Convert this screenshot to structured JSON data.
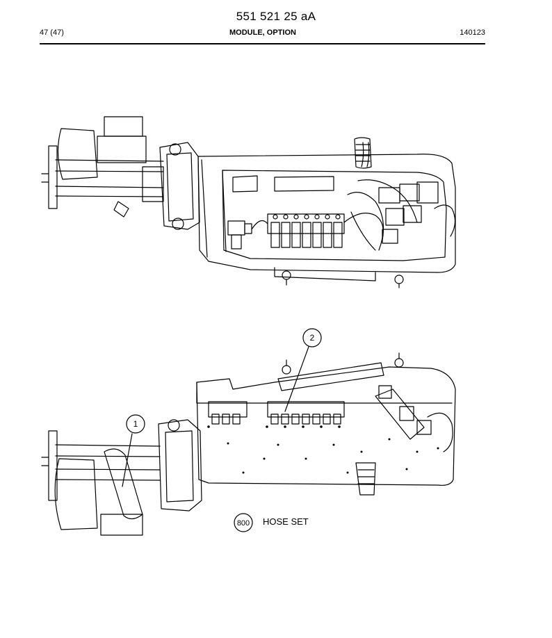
{
  "header": {
    "doc_number": "551 521 25 aA",
    "page_count": "47 (47)",
    "section_title": "MODULE, OPTION",
    "date_code": "140123"
  },
  "callouts": [
    {
      "label": "1"
    },
    {
      "label": "2"
    },
    {
      "label": "800"
    }
  ],
  "legend": {
    "hose_set": "HOSE SET"
  }
}
